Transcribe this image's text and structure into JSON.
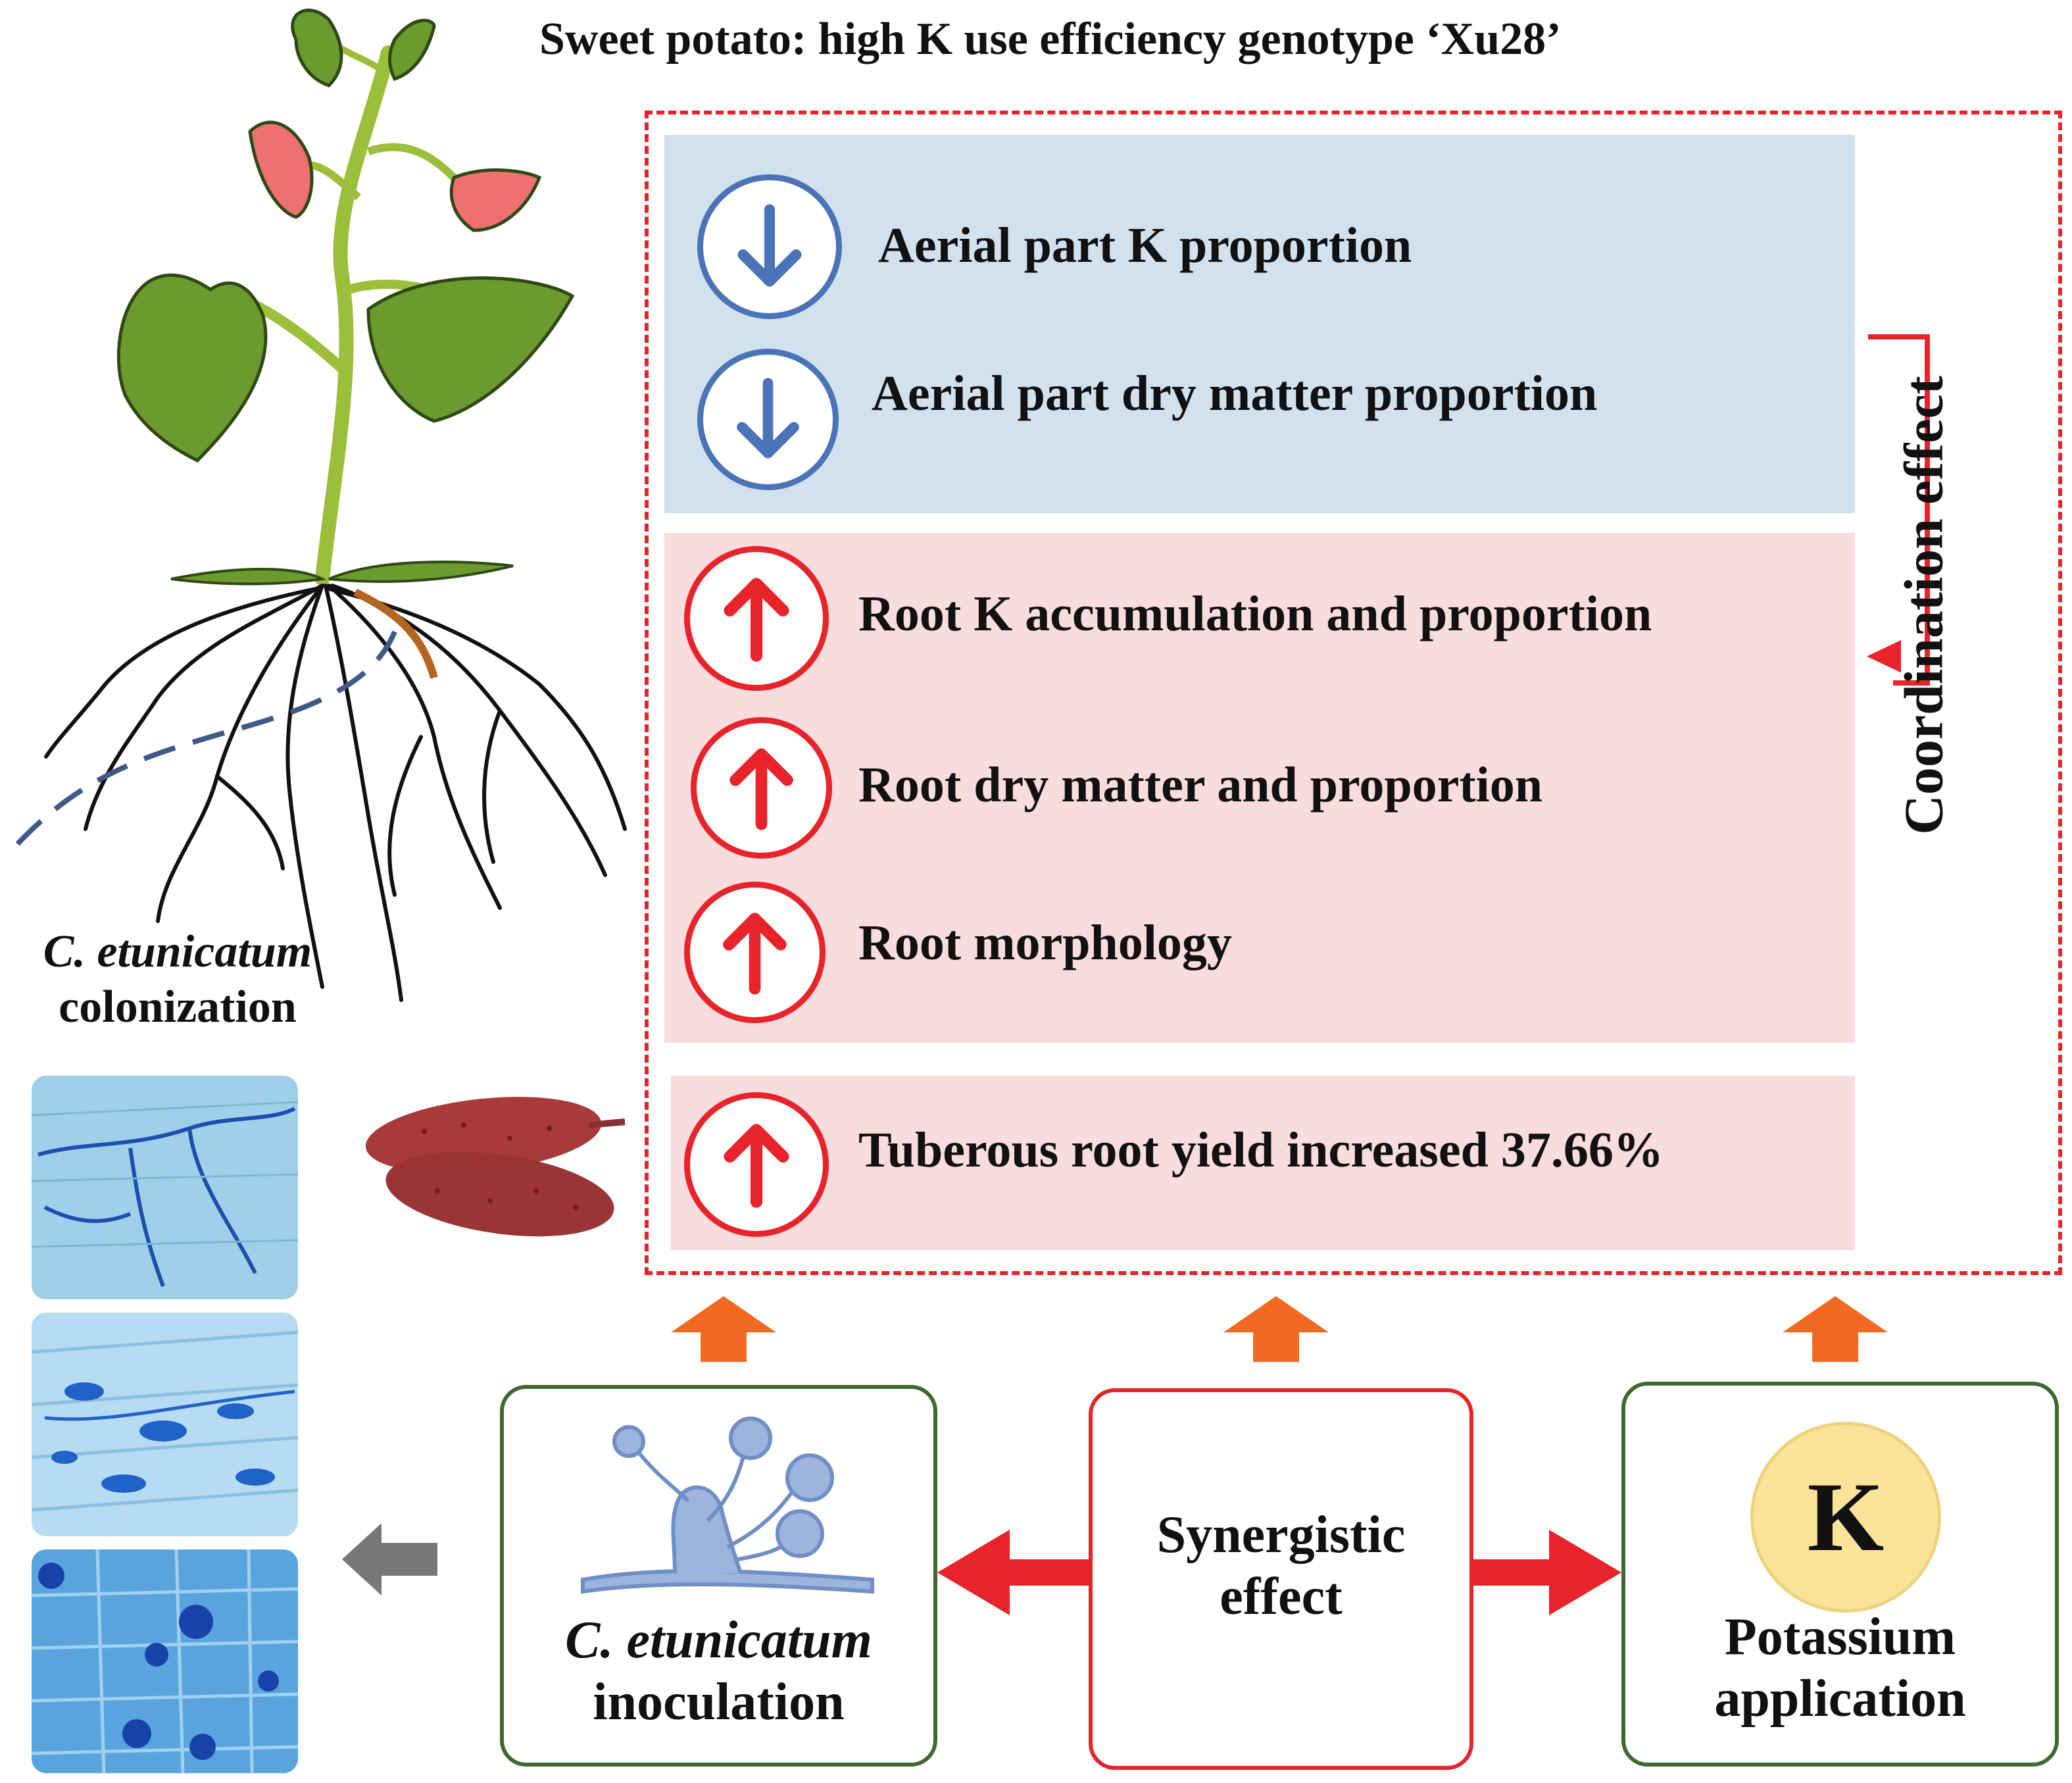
{
  "title": "Sweet potato: high K use efficiency genotype ‘Xu28’",
  "effects_decrease": [
    {
      "label": "Aerial part K proportion",
      "direction": "down"
    },
    {
      "label": "Aerial part dry matter proportion",
      "direction": "down"
    }
  ],
  "effects_increase": [
    {
      "label": "Root K accumulation and proportion",
      "direction": "up"
    },
    {
      "label": "Root dry matter and proportion",
      "direction": "up"
    },
    {
      "label": "Root morphology",
      "direction": "up"
    }
  ],
  "yield_effect": {
    "label": "Tuberous root yield increased 37.66%",
    "direction": "up"
  },
  "coordination_label": "Coordination effect",
  "colonization": {
    "species": "C. etunicatum",
    "label": "colonization"
  },
  "inoculation_box": {
    "species": "C. etunicatum",
    "label": "inoculation"
  },
  "synergy_box": {
    "line1": "Synergistic",
    "line2": "effect"
  },
  "potassium_box": {
    "symbol": "K",
    "line1": "Potassium",
    "line2": "application"
  },
  "colors": {
    "blue_panel": "#d2e1ee",
    "pink_panel": "#f9dcde",
    "accent_red": "#e8242a",
    "accent_blue": "#4a73b8",
    "frame_green": "#3e6a2e",
    "up_arrow_orange": "#f26a21",
    "k_circle_yellow": "#fbe49a",
    "gray_arrow": "#777777"
  }
}
